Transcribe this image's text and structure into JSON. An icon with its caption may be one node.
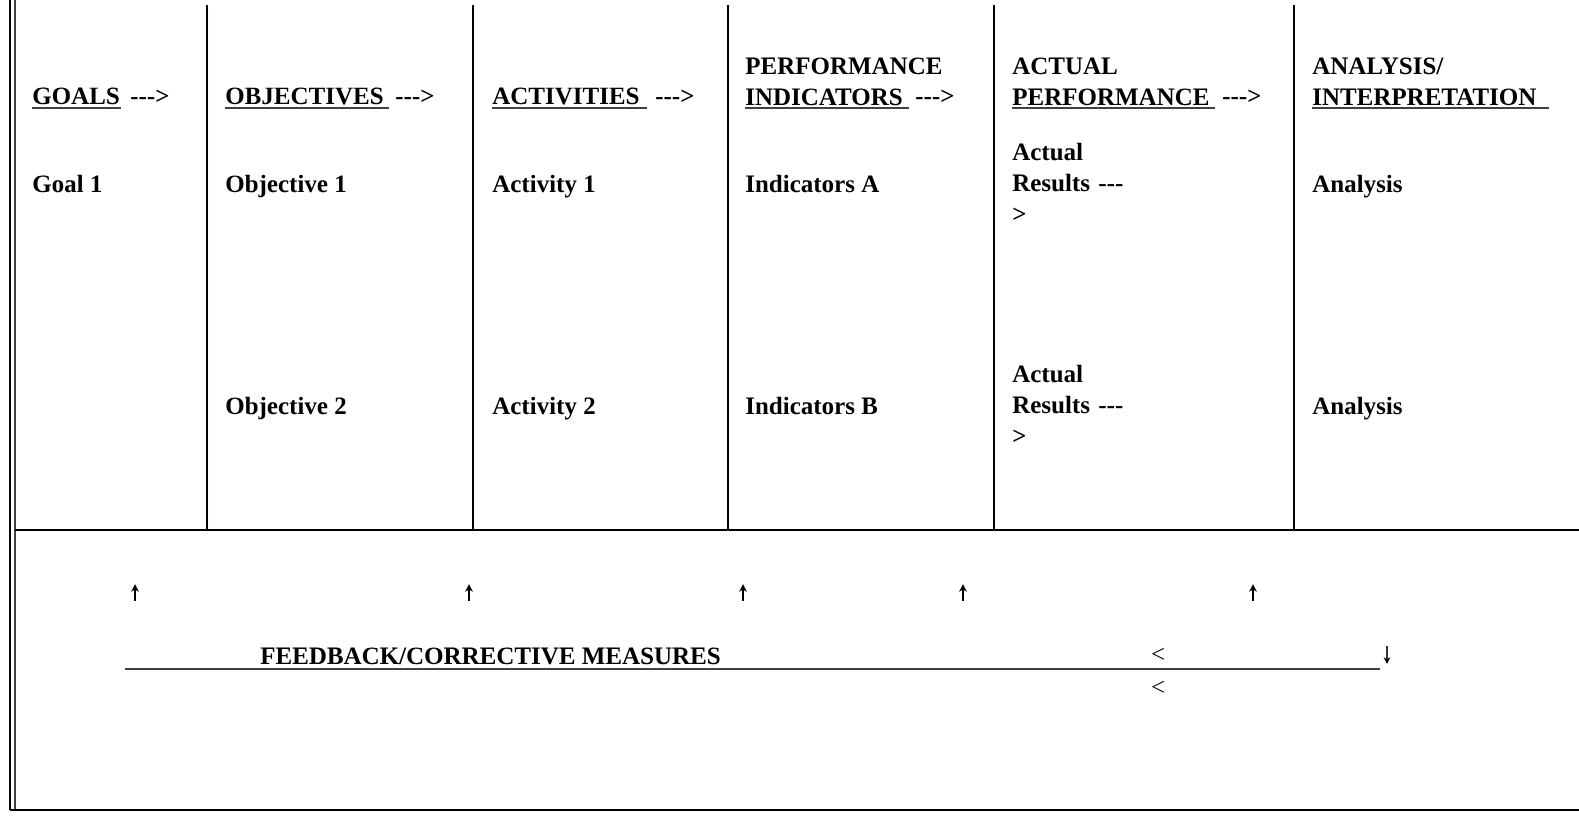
{
  "diagram": {
    "nodes": [
      {
        "text": [
          "GOALS",
          "--->",
          "Goal 1"
        ]
      },
      {
        "text": [
          "OBJECTIVES",
          "--->",
          "Objective 1",
          "Objective 2"
        ]
      },
      {
        "text": [
          "ACTIVITIES",
          "--->",
          "Activity 1",
          "Activity 2"
        ]
      },
      {
        "text": [
          "PERFORMANCE INDICATORS",
          "--->",
          "Indicators A",
          "Indicators B"
        ]
      },
      {
        "text": [
          "ACTUAL PERFORMANCE",
          "--->",
          "Actual Results --->",
          "Actual Results --->"
        ]
      },
      {
        "text": [
          "ANALYSIS/ INTERPRETATION",
          "Analysis",
          "Analysis"
        ]
      },
      {
        "text": [
          "FEEDBACK/CORRECTIVE MEASURES"
        ]
      }
    ],
    "edges": [],
    "labels": [
      "<",
      "<"
    ]
  }
}
